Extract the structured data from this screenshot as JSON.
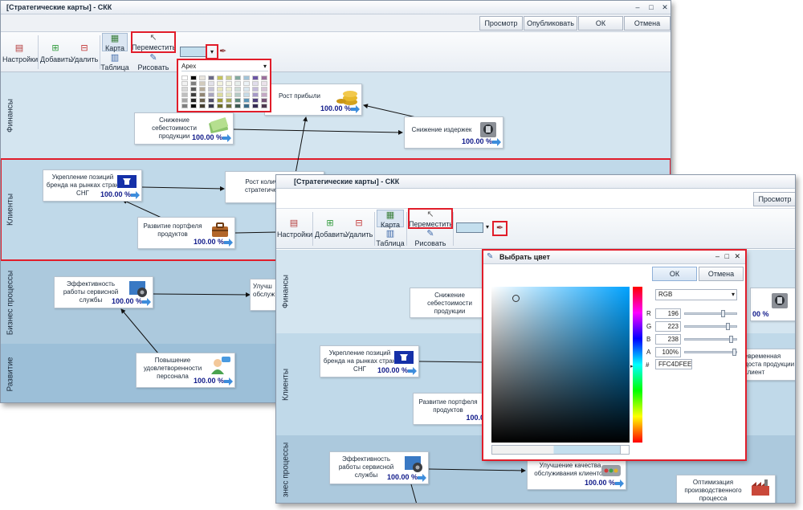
{
  "back_window": {
    "title": "[Стратегические карты] - СКК",
    "controls": {
      "min": "–",
      "max": "□",
      "close": "✕"
    },
    "commands": {
      "preview": "Просмотр",
      "publish": "Опубликовать",
      "ok": "ОК",
      "cancel": "Отмена"
    },
    "ribbon": {
      "settings": "Настройки",
      "add": "Добавить",
      "delete": "Удалить",
      "map": "Карта",
      "table": "Таблица",
      "move": "Переместить",
      "draw": "Рисовать"
    },
    "palette": {
      "selected": "Apex",
      "grays": [
        "#ffffff",
        "#f2f2f2",
        "#d9d9d9",
        "#bfbfbf",
        "#a6a6a6",
        "#7f7f7f"
      ],
      "columns": [
        [
          "#ffffff",
          "#f2f2f2",
          "#d9d9d9",
          "#bfbfbf",
          "#a6a6a6",
          "#7f7f7f"
        ],
        [
          "#000000",
          "#7f7f7f",
          "#595959",
          "#3f3f3f",
          "#262626",
          "#0d0d0d"
        ],
        [
          "#e8e4dd",
          "#d2cbbd",
          "#b5ab99",
          "#918674",
          "#6b624f",
          "#453e31"
        ],
        [
          "#6c6b88",
          "#e2e1ea",
          "#c5c3d4",
          "#a9a5bf",
          "#524f6b",
          "#36354a"
        ],
        [
          "#c5c35d",
          "#f3f3de",
          "#e8e7be",
          "#dcdb9d",
          "#a09e3a",
          "#6b6a27"
        ],
        [
          "#cdd08e",
          "#f5f6e8",
          "#ebecd1",
          "#e1e3bb",
          "#a8ab5b",
          "#70723c"
        ],
        [
          "#84aa9f",
          "#e6eeeb",
          "#cedcd8",
          "#b5cbc5",
          "#5c887c",
          "#3d5a52"
        ],
        [
          "#a2c3d8",
          "#ecf3f7",
          "#dae7ef",
          "#c7dbe7",
          "#5e96b8",
          "#3b6a87"
        ],
        [
          "#6b56a5",
          "#e1ddec",
          "#c4bbda",
          "#a699c8",
          "#4f3f7c",
          "#352a53"
        ],
        [
          "#9b6f9d",
          "#ebe2eb",
          "#d7c5d8",
          "#c3a8c4",
          "#745275",
          "#4d374e"
        ]
      ]
    },
    "lanes": [
      {
        "label": "Финансы"
      },
      {
        "label": "Клиенты"
      },
      {
        "label": "Бизнес процессы"
      },
      {
        "label": "Развитие"
      }
    ],
    "nodes": [
      {
        "text": "Рост прибыли",
        "pct": "100.00 %",
        "icon": "coins-icon"
      },
      {
        "text": "Снижение себестоимости продукции",
        "pct": "100.00 %",
        "icon": "money-icon"
      },
      {
        "text": "Снижение издержек",
        "pct": "100.00 %",
        "icon": "cost-icon"
      },
      {
        "text": "Укрепление позиций бренда на рынках стран СНГ",
        "pct": "100.00 %",
        "icon": "brand-icon"
      },
      {
        "text": "Рост количества стратегических к",
        "pct": ""
      },
      {
        "text": "Развитие портфеля продуктов",
        "pct": "100.00 %",
        "icon": "briefcase-icon"
      },
      {
        "text": "Эффективность работы сервисной службы",
        "pct": "100.00 %",
        "icon": "gear-icon"
      },
      {
        "text": "Улучш обслуж",
        "pct": ""
      },
      {
        "text": "Повышение удовлетворенности персонала",
        "pct": "100.00 %",
        "icon": "person-icon"
      }
    ]
  },
  "front_window": {
    "title": "[Стратегические карты] - СКК",
    "commands": {
      "preview": "Просмотр"
    },
    "ribbon": {
      "settings": "Настройки",
      "add": "Добавить",
      "delete": "Удалить",
      "map": "Карта",
      "table": "Таблица",
      "move": "Переместить",
      "draw": "Рисовать"
    },
    "lanes": [
      {
        "label": "Финансы"
      },
      {
        "label": "Клиенты"
      },
      {
        "label": "знес процессы"
      }
    ],
    "nodes": [
      {
        "text": "Снижение себестоимости продукции",
        "pct": ""
      },
      {
        "text": "Укрепление позиций бренда на рынках стран СНГ",
        "pct": "100.00 %",
        "icon": "brand-icon"
      },
      {
        "text": "Развитие портфеля продуктов",
        "pct": "100.0"
      },
      {
        "text": "Эффективность работы сервисной службы",
        "pct": "100.00 %",
        "icon": "gear-icon"
      },
      {
        "text": "Улучшение качества обслуживания клиентов",
        "pct": "100.00 %",
        "icon": "switch-icon"
      },
      {
        "text": "Оптимизация производственного процесса",
        "pct": "",
        "icon": "factory-icon"
      },
      {
        "text": "евременная доста продукции клиент",
        "pct": ""
      },
      {
        "text": "",
        "pct": "00 %",
        "icon": "cost-icon"
      }
    ]
  },
  "color_dialog": {
    "title": "Выбрать цвет",
    "ok": "ОК",
    "cancel": "Отмена",
    "mode": "RGB",
    "channels": [
      {
        "label": "R",
        "value": "196",
        "fraction": 0.77
      },
      {
        "label": "G",
        "value": "223",
        "fraction": 0.87
      },
      {
        "label": "B",
        "value": "238",
        "fraction": 0.93
      },
      {
        "label": "A",
        "value": "100%",
        "fraction": 1.0
      }
    ],
    "hex_label": "#",
    "hex": "FFC4DFEE",
    "selected_color": "#c4dfee"
  },
  "colors": {
    "accent_red": "#e11d2a",
    "percent_text": "#101a8a",
    "arrow_blue": "#3d8ddc"
  }
}
